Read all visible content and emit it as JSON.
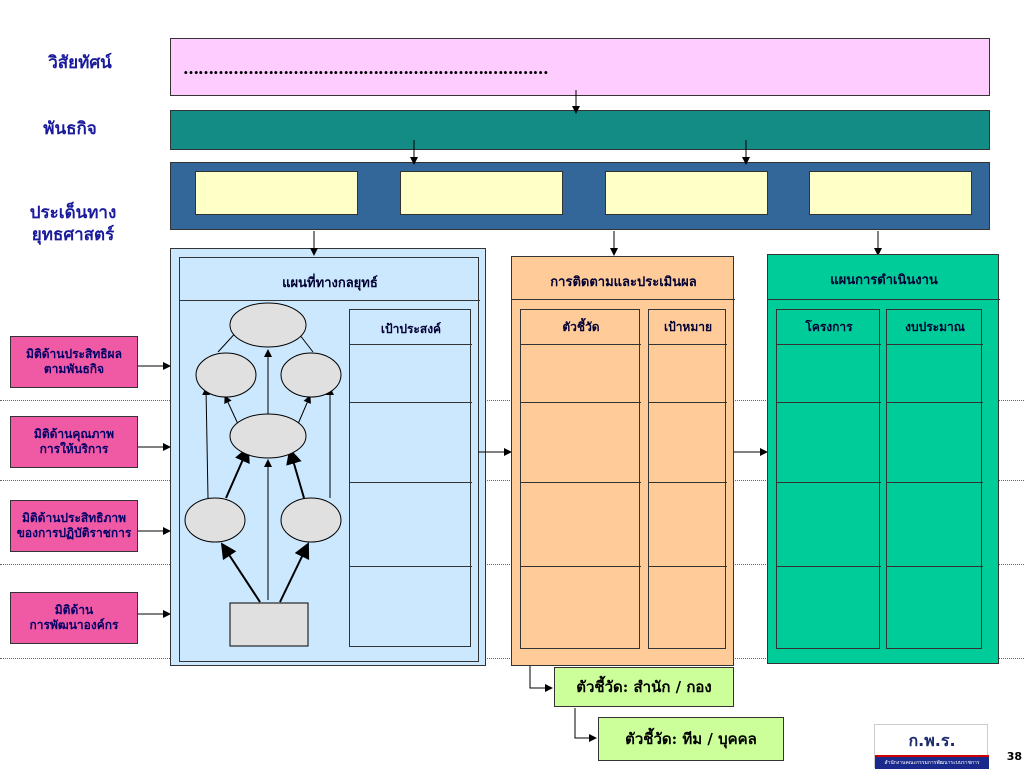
{
  "labels": {
    "vision": "วิสัยทัศน์",
    "mission": "พันธกิจ",
    "strategic_issue_line1": "ประเด็นทาง",
    "strategic_issue_line2": "ยุทธศาสตร์"
  },
  "vision_text": "…………………………………………………….…………",
  "perspectives": [
    {
      "line1": "มิติด้านประสิทธิผล",
      "line2": "ตามพันธกิจ"
    },
    {
      "line1": "มิติด้านคุณภาพ",
      "line2": "การให้บริการ"
    },
    {
      "line1": "มิติด้านประสิทธิภาพ",
      "line2": "ของการปฏิบัติราชการ"
    },
    {
      "line1": "มิติด้าน",
      "line2": "การพัฒนาองค์กร"
    }
  ],
  "strategy_map": {
    "title": "แผนที่ทางกลยุทธ์",
    "objective_header": "เป้าประสงค์"
  },
  "monitoring": {
    "title": "การติดตามและประเมินผล",
    "indicator_header": "ตัวชี้วัด",
    "target_header": "เป้าหมาย"
  },
  "action_plan": {
    "title": "แผนการดำเนินงาน",
    "project_header": "โครงการ",
    "budget_header": "งบประมาณ"
  },
  "kpi_office": "ตัวชี้วัด:  สำนัก / กอง",
  "kpi_team": "ตัวชี้วัด:  ทีม / บุคคล",
  "logo": {
    "text": "ก.พ.ร.",
    "subtext": "สำนักงานคณะกรรมการพัฒนาระบบราชการ"
  },
  "page_number": "38",
  "colors": {
    "vision": "#ffccff",
    "mission": "#128c84",
    "strategic_band": "#336699",
    "strategy_map_bg": "#cce8ff",
    "monitoring_bg": "#ffcc99",
    "action_bg": "#00cc99",
    "perspective": "#f05aa5",
    "label_text": "#1a1a9c"
  }
}
